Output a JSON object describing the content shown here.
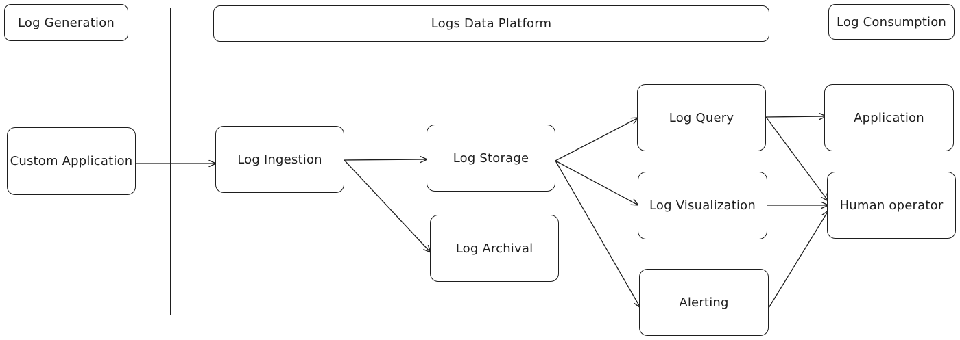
{
  "headers": {
    "log_generation": "Log Generation",
    "logs_data_platform": "Logs Data Platform",
    "log_consumption": "Log Consumption"
  },
  "nodes": {
    "custom_application": "Custom Application",
    "log_ingestion": "Log Ingestion",
    "log_storage": "Log Storage",
    "log_archival": "Log Archival",
    "log_query": "Log Query",
    "log_visualization": "Log Visualization",
    "alerting": "Alerting",
    "application": "Application",
    "human_operator": "Human operator"
  },
  "edges": [
    {
      "from": "custom_application",
      "to": "log_ingestion"
    },
    {
      "from": "log_ingestion",
      "to": "log_storage"
    },
    {
      "from": "log_ingestion",
      "to": "log_archival"
    },
    {
      "from": "log_storage",
      "to": "log_query"
    },
    {
      "from": "log_storage",
      "to": "log_visualization"
    },
    {
      "from": "log_storage",
      "to": "alerting"
    },
    {
      "from": "log_query",
      "to": "application"
    },
    {
      "from": "log_query",
      "to": "human_operator"
    },
    {
      "from": "log_visualization",
      "to": "human_operator"
    },
    {
      "from": "alerting",
      "to": "human_operator"
    }
  ],
  "colors": {
    "stroke": "#1e1e1e",
    "background": "#ffffff"
  }
}
